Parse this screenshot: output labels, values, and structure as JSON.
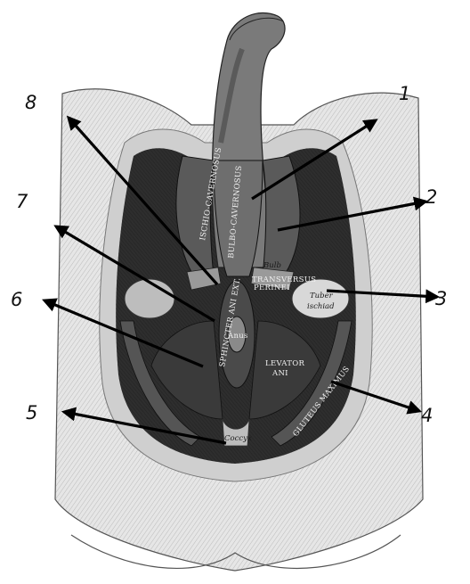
{
  "figure": {
    "callouts": [
      {
        "number": "1"
      },
      {
        "number": "2"
      },
      {
        "number": "3"
      },
      {
        "number": "4"
      },
      {
        "number": "5"
      },
      {
        "number": "6"
      },
      {
        "number": "7"
      },
      {
        "number": "8"
      }
    ],
    "engraved_labels": {
      "ischiocavernosus": "ISCHIO-CAVERNOSUS",
      "bulbocavernosus": "BULBO-CAVERNOSUS",
      "transversus": "TRANSVERSUS",
      "perinei": "PERINEI",
      "bulb": "Bulb",
      "tuber": "Tuber",
      "ischiad": "ischiad",
      "anus": "Anus",
      "sphincter": "SPHINCTER ANI EXT.",
      "levator": "LEVATOR",
      "ani": "ANI",
      "gluteus": "GLUTEUS MAXIMUS",
      "coccyx": "Coccyx"
    },
    "colors": {
      "background": "#ffffff",
      "ink": "#000000",
      "dark_tissue": "#2a2a2a",
      "skin": "#d9d9d9"
    }
  }
}
